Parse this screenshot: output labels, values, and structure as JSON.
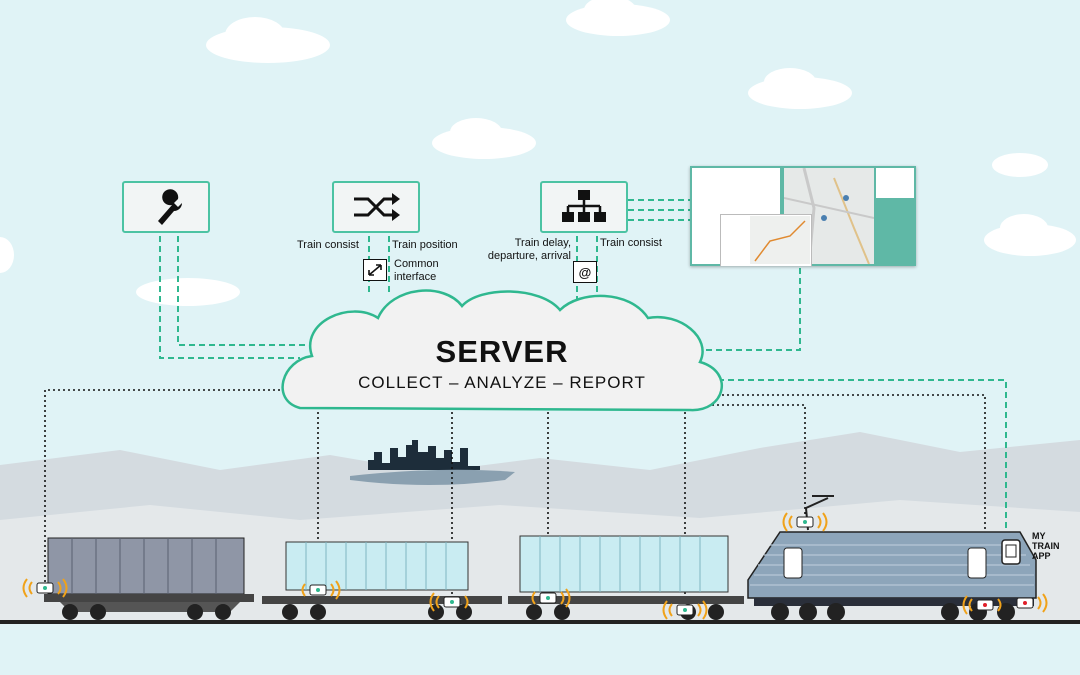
{
  "server": {
    "title": "SERVER",
    "subtitle": "COLLECT – ANALYZE – REPORT"
  },
  "services": [
    {
      "icon": "wrench-icon"
    },
    {
      "icon": "shuffle-icon"
    },
    {
      "icon": "org-chart-icon"
    }
  ],
  "labels": {
    "train_consist_1": "Train consist",
    "train_position": "Train position",
    "common_interface": [
      "Common",
      "interface"
    ],
    "train_delay": [
      "Train delay,",
      "departure, arrival"
    ],
    "train_consist_2": "Train consist"
  },
  "mini_icons": {
    "interface": "expand-arrows-icon",
    "email": "@"
  },
  "app": {
    "label": [
      "MY",
      "TRAIN",
      "APP"
    ]
  },
  "colors": {
    "sky": "#e0f3f6",
    "accent": "#4cc3a3",
    "cloud": "#f2f2f2",
    "rail": "#2a2a2a",
    "wave": "#f0a21a"
  }
}
